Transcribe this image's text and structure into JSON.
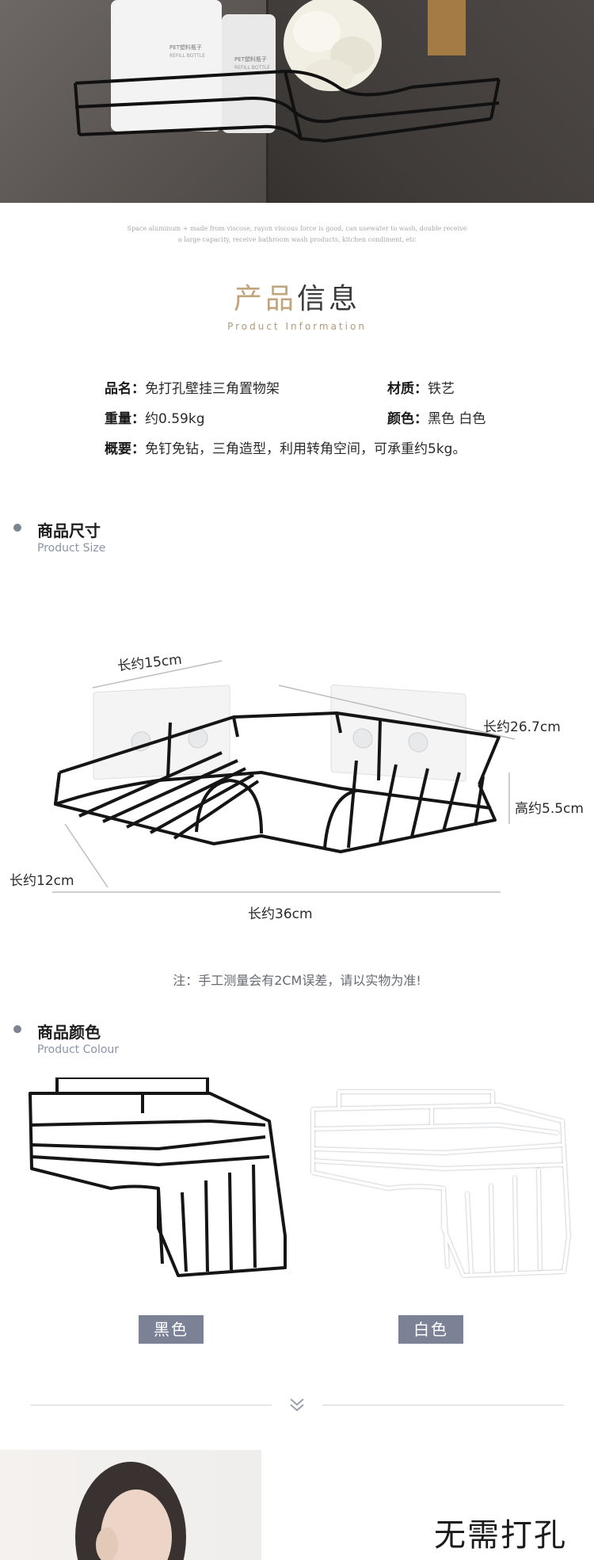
{
  "hero": {
    "bottle1_label": "PET塑料瓶子",
    "bottle1_sublabel": "REFILL BOTTLE",
    "bottle2_label": "PET塑料瓶子",
    "bottle2_sublabel": "REFILL BOTTLE"
  },
  "tagline": {
    "line1": "Space aluminum + made from viscose, rayon viscous force is good, can usewater to wash, double receive",
    "line2": "a large capacity, receive bathroom wash products, kitchen condiment, etc"
  },
  "product_info": {
    "title_part1": "产品",
    "title_part2": "信息",
    "subtitle": "Product Information",
    "specs": [
      {
        "key": "品名：",
        "value": "免打孔壁挂三角置物架"
      },
      {
        "key": "材质：",
        "value": "铁艺"
      },
      {
        "key": "重量：",
        "value": "约0.59kg"
      },
      {
        "key": "颜色：",
        "value": "黑色 白色"
      },
      {
        "key": "概要：",
        "value": "免钉免钻，三角造型，利用转角空间，可承重约5kg。"
      }
    ]
  },
  "size_section": {
    "title": "商品尺寸",
    "subtitle": "Product Size",
    "dims": {
      "top_left": "长约15cm",
      "right_depth": "长约26.7cm",
      "height": "高约5.5cm",
      "left_depth": "长约12cm",
      "bottom_length": "长约36cm"
    },
    "note": "注：手工测量会有2CM误差，请以实物为准!"
  },
  "colour_section": {
    "title": "商品颜色",
    "subtitle": "Product Colour",
    "black_label": "黑色",
    "white_label": "白色"
  },
  "bottom": {
    "title": "无需打孔"
  },
  "colors": {
    "accent_gold": "#c0a57c",
    "label_bg": "#7b8295",
    "dot": "#7d8593",
    "rack_black": "#1a1a1a",
    "rack_white": "#ffffff"
  }
}
